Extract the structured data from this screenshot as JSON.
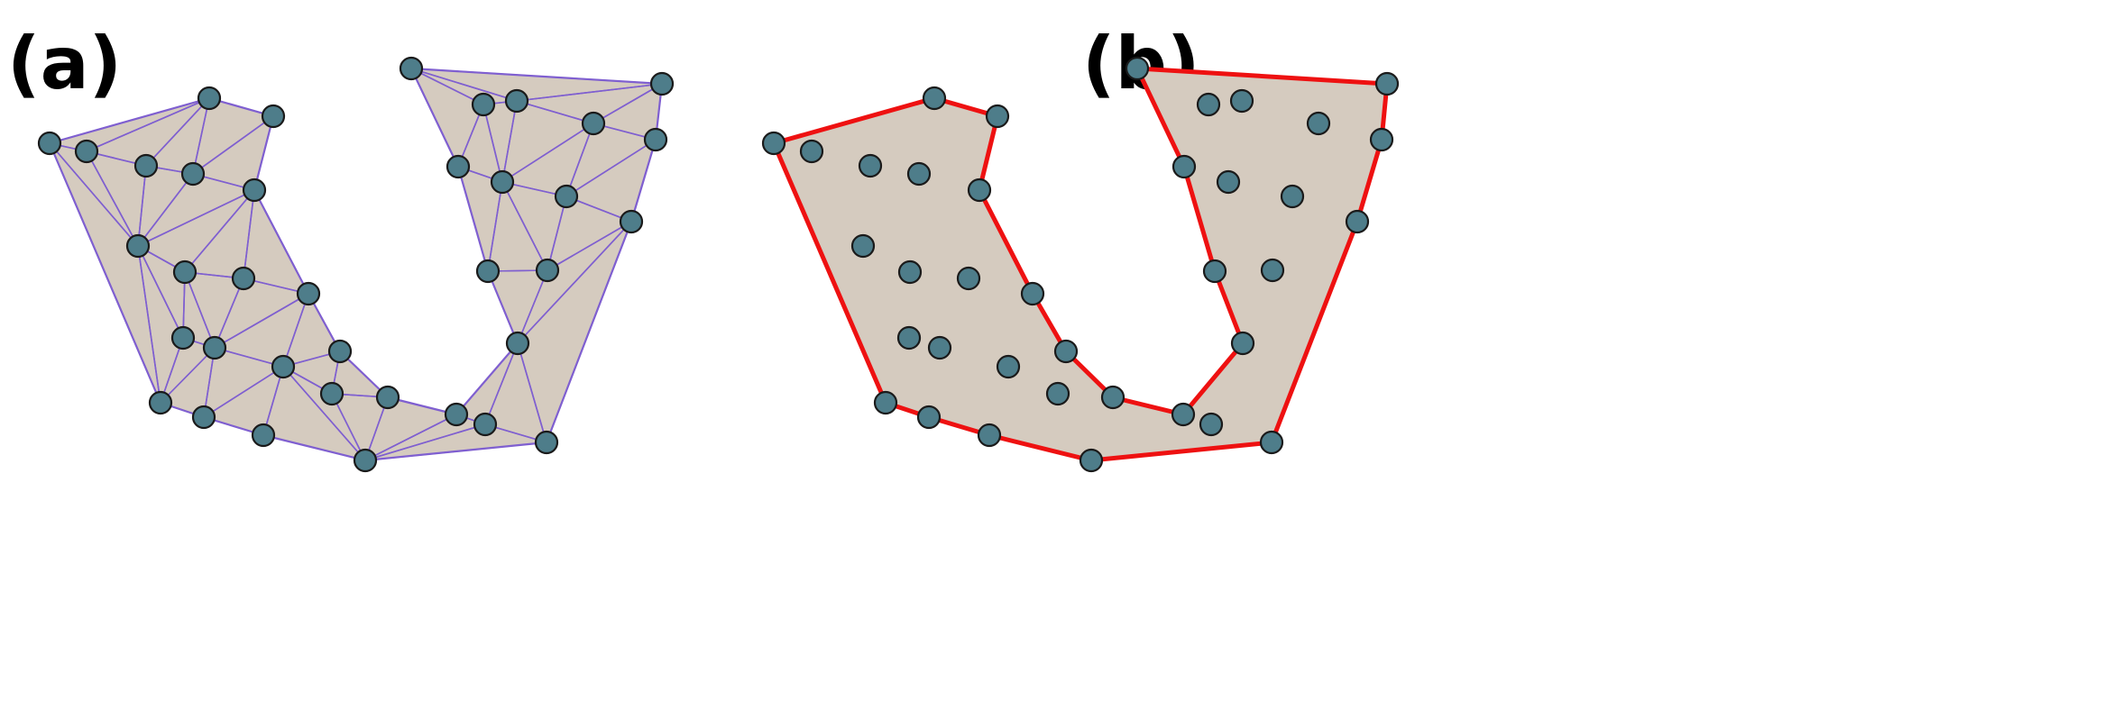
{
  "figure": {
    "panels": [
      {
        "id": "a",
        "label": "(a)"
      },
      {
        "id": "b",
        "label": "(b)"
      }
    ],
    "colors": {
      "fill": "#d5cbbf",
      "triangle_edge": "#7f5fd0",
      "boundary": "#ee1111",
      "point": "#4e7d8a",
      "point_outline": "#1a1a1a",
      "label": "#000000"
    },
    "icons": {
      "point": "circle-marker",
      "boundary": "red-polyline"
    }
  }
}
